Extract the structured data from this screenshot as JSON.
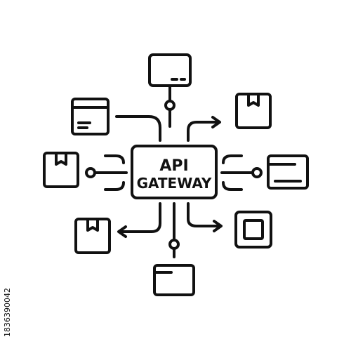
{
  "gateway": {
    "line1": "API",
    "line2": "GATEWAY"
  },
  "colors": {
    "stroke": "#111111",
    "background": "#ffffff"
  },
  "icons": [
    "browser-window-icon",
    "package-box-icon",
    "folder-icon",
    "microchip-icon"
  ],
  "watermark": {
    "id_text": "1836390042"
  }
}
